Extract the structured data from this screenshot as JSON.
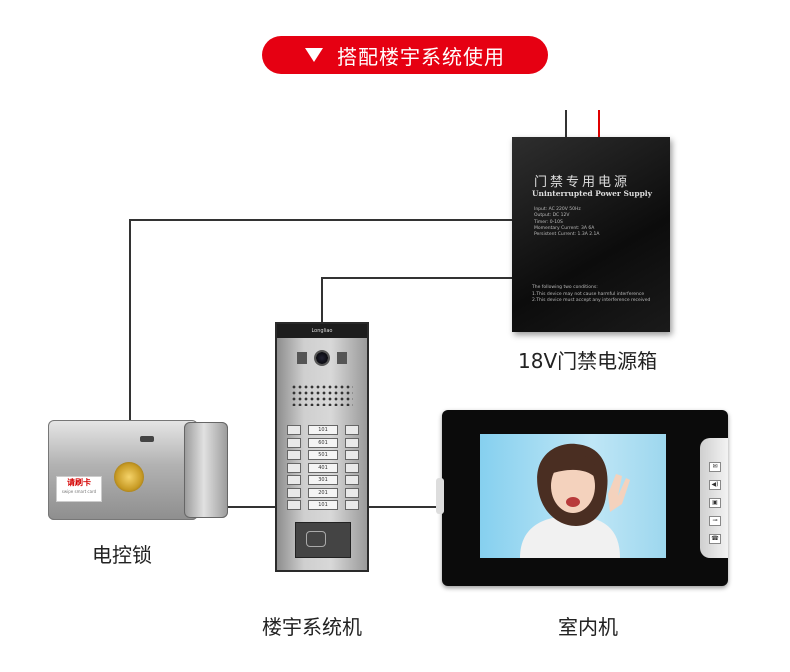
{
  "banner": {
    "text": "搭配楼宇系统使用"
  },
  "power_supply": {
    "title_cn": "门禁专用电源",
    "title_en": "Uninterrupted Power Supply",
    "spec_lines": [
      "Input:          AC 220V  50Hz",
      "Output:         DC 12V",
      "Timer:          0-10S",
      "Momentary Current: 3A        6A",
      "Persistent Current: 1.3A        2.1A"
    ],
    "note_lines": [
      "The following two conditions:",
      "1.This device may not cause harmful interference",
      "2.This device must accept any interference received"
    ],
    "caption": "18V门禁电源箱"
  },
  "lock": {
    "sticker_title": "请刷卡",
    "sticker_sub": "swipe smart card",
    "caption": "电控锁"
  },
  "door_station": {
    "brand": "Longliao",
    "room_numbers": [
      "101",
      "601",
      "501",
      "401",
      "301",
      "201",
      "101"
    ],
    "caption": "楼宇系统机"
  },
  "indoor_monitor": {
    "buttons": [
      "✉",
      "◀)",
      "▣",
      "⊸",
      "☎"
    ],
    "caption": "室内机"
  },
  "colors": {
    "banner": "#e60012",
    "wire": "#333333",
    "wire_red": "#e00000"
  }
}
